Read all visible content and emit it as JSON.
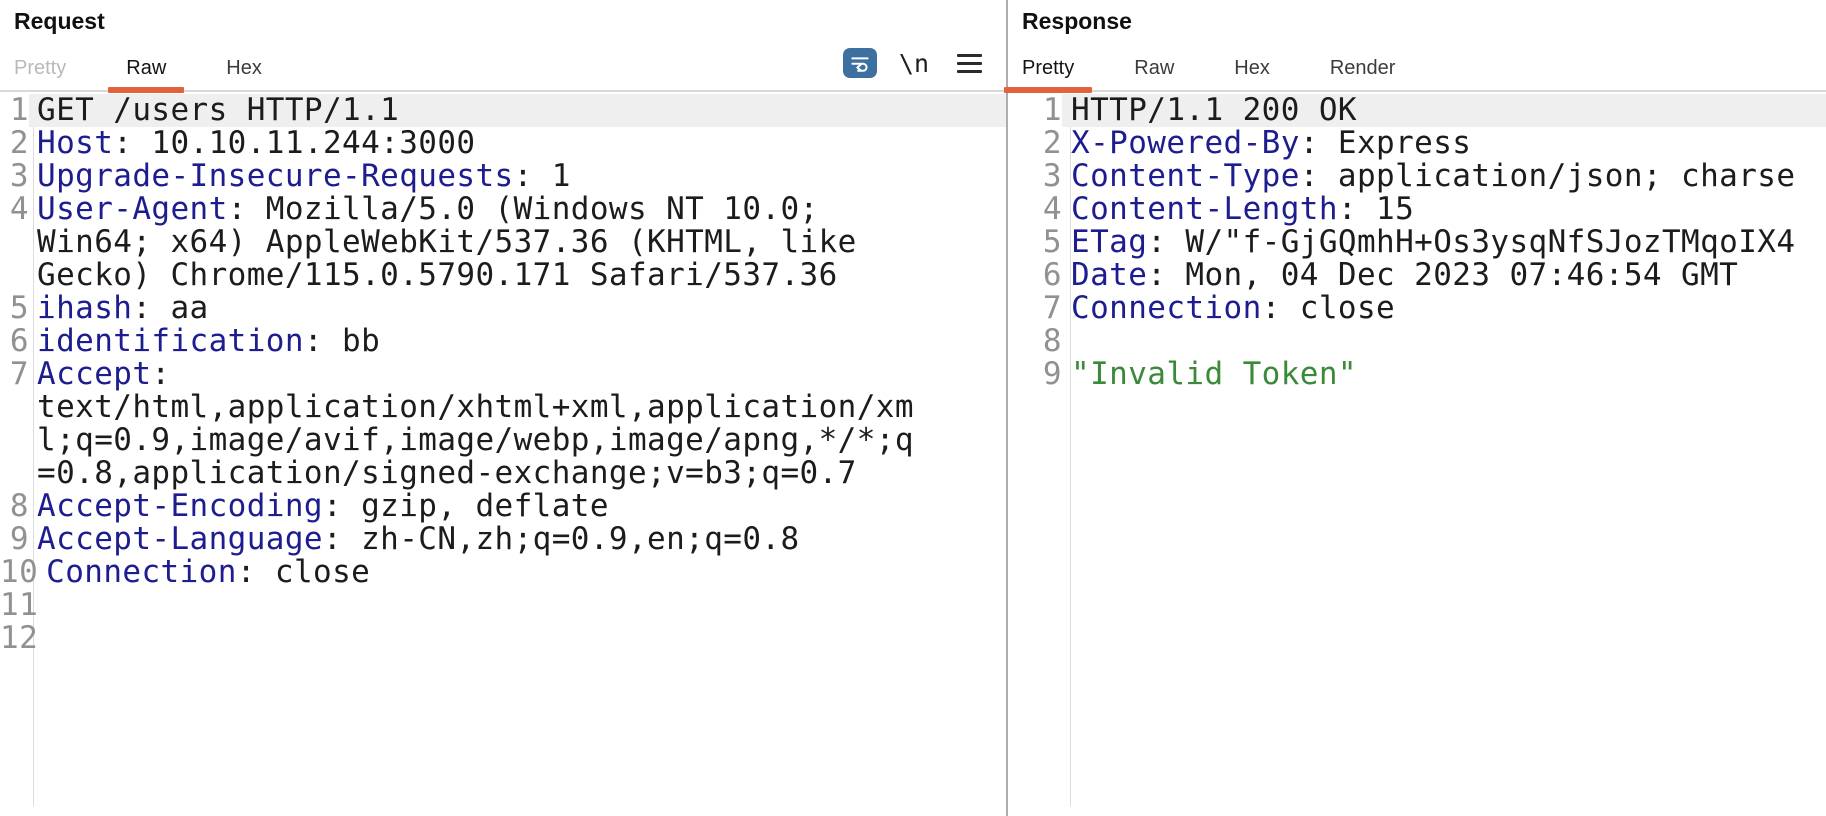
{
  "colors": {
    "accent_orange": "#e2623d",
    "header_name_blue": "#1d1d8f",
    "string_green": "#3a8a3a",
    "wrap_icon_blue": "#3d6f9f",
    "current_line_bg": "#efefef"
  },
  "request_panel": {
    "title": "Request",
    "tabs": [
      {
        "label": "Pretty",
        "state": "disabled"
      },
      {
        "label": "Raw",
        "state": "selected"
      },
      {
        "label": "Hex",
        "state": "normal"
      }
    ],
    "toolbar": {
      "newline_toggle_label": "\\n"
    },
    "editor": {
      "rows": [
        {
          "n": "1",
          "hl": true,
          "s": [
            [
              "t",
              "GET /users HTTP/1.1"
            ]
          ]
        },
        {
          "n": "2",
          "s": [
            [
              "h",
              "Host"
            ],
            [
              "t",
              ": 10.10.11.244:3000"
            ]
          ]
        },
        {
          "n": "3",
          "s": [
            [
              "h",
              "Upgrade-Insecure-Requests"
            ],
            [
              "t",
              ": 1"
            ]
          ]
        },
        {
          "n": "4",
          "s": [
            [
              "h",
              "User-Agent"
            ],
            [
              "t",
              ": Mozilla/5.0 (Windows NT 10.0;"
            ]
          ]
        },
        {
          "n": "",
          "s": [
            [
              "t",
              "Win64; x64) AppleWebKit/537.36 (KHTML, like"
            ]
          ]
        },
        {
          "n": "",
          "s": [
            [
              "t",
              "Gecko) Chrome/115.0.5790.171 Safari/537.36"
            ]
          ]
        },
        {
          "n": "5",
          "s": [
            [
              "h",
              "ihash"
            ],
            [
              "t",
              ": aa"
            ]
          ]
        },
        {
          "n": "6",
          "s": [
            [
              "h",
              "identification"
            ],
            [
              "t",
              ": bb"
            ]
          ]
        },
        {
          "n": "7",
          "s": [
            [
              "h",
              "Accept"
            ],
            [
              "t",
              ":"
            ]
          ]
        },
        {
          "n": "",
          "s": [
            [
              "t",
              "text/html,application/xhtml+xml,application/xm"
            ]
          ]
        },
        {
          "n": "",
          "s": [
            [
              "t",
              "l;q=0.9,image/avif,image/webp,image/apng,*/*;q"
            ]
          ]
        },
        {
          "n": "",
          "s": [
            [
              "t",
              "=0.8,application/signed-exchange;v=b3;q=0.7"
            ]
          ]
        },
        {
          "n": "8",
          "s": [
            [
              "h",
              "Accept-Encoding"
            ],
            [
              "t",
              ": gzip, deflate"
            ]
          ]
        },
        {
          "n": "9",
          "s": [
            [
              "h",
              "Accept-Language"
            ],
            [
              "t",
              ": zh-CN,zh;q=0.9,en;q=0.8"
            ]
          ]
        },
        {
          "n": "10",
          "s": [
            [
              "h",
              "Connection"
            ],
            [
              "t",
              ": close"
            ]
          ]
        },
        {
          "n": "11",
          "s": []
        },
        {
          "n": "12",
          "s": []
        }
      ]
    }
  },
  "response_panel": {
    "title": "Response",
    "tabs": [
      {
        "label": "Pretty",
        "state": "selected"
      },
      {
        "label": "Raw",
        "state": "normal"
      },
      {
        "label": "Hex",
        "state": "normal"
      },
      {
        "label": "Render",
        "state": "normal"
      }
    ],
    "editor": {
      "rows": [
        {
          "n": "1",
          "hl": true,
          "s": [
            [
              "t",
              "HTTP/1.1 200 OK"
            ]
          ]
        },
        {
          "n": "2",
          "s": [
            [
              "h",
              "X-Powered-By"
            ],
            [
              "t",
              ": Express"
            ]
          ]
        },
        {
          "n": "3",
          "s": [
            [
              "h",
              "Content-Type"
            ],
            [
              "t",
              ": application/json; charse"
            ]
          ]
        },
        {
          "n": "4",
          "s": [
            [
              "h",
              "Content-Length"
            ],
            [
              "t",
              ": 15"
            ]
          ]
        },
        {
          "n": "5",
          "s": [
            [
              "h",
              "ETag"
            ],
            [
              "t",
              ": W/\"f-GjGQmhH+Os3ysqNfSJozTMqoIX4"
            ]
          ]
        },
        {
          "n": "6",
          "s": [
            [
              "h",
              "Date"
            ],
            [
              "t",
              ": Mon, 04 Dec 2023 07:46:54 GMT"
            ]
          ]
        },
        {
          "n": "7",
          "s": [
            [
              "h",
              "Connection"
            ],
            [
              "t",
              ": close"
            ]
          ]
        },
        {
          "n": "8",
          "s": []
        },
        {
          "n": "9",
          "s": [
            [
              "g",
              "\"Invalid Token\""
            ]
          ]
        }
      ]
    }
  }
}
